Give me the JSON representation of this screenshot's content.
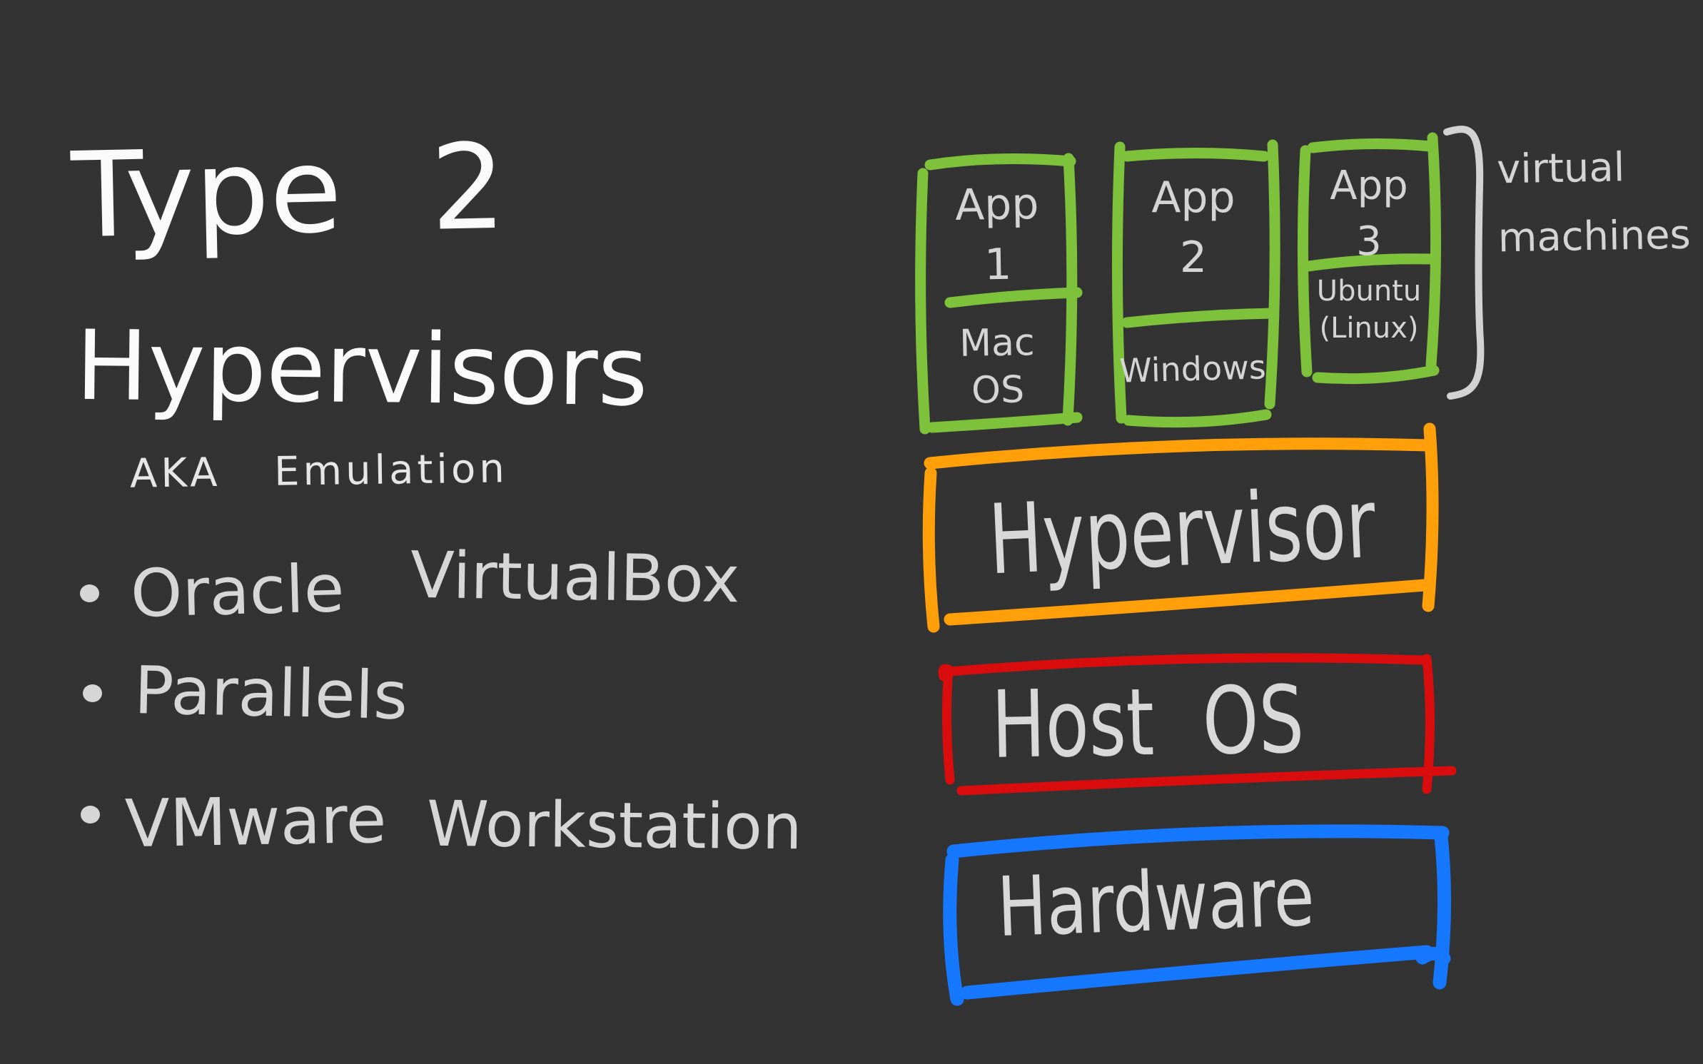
{
  "colors": {
    "background": "#333333",
    "title_text": "#fafafa",
    "body_text": "#d6d6d6",
    "vm_border_green": "#7dc23a",
    "bracket_gray": "#d2d2d2",
    "hypervisor_orange": "#ffa00a",
    "host_os_red": "#d90d0d",
    "hardware_blue": "#1578ff"
  },
  "left_panel": {
    "title_line1": "Type 2",
    "title_line2": "Hypervisors",
    "subtitle": "AKA Emulation",
    "bullets": [
      {
        "name": "Oracle",
        "product": "VirtualBox"
      },
      {
        "name": "Parallels",
        "product": ""
      },
      {
        "name": "VMware",
        "product": "Workstation"
      }
    ]
  },
  "diagram": {
    "vms": [
      {
        "app_line1": "App",
        "app_line2": "1",
        "os_line1": "Mac",
        "os_line2": "OS"
      },
      {
        "app_line1": "App",
        "app_line2": "2",
        "os_line1": "Windows",
        "os_line2": ""
      },
      {
        "app_line1": "App",
        "app_line2": "3",
        "os_line1": "Ubuntu",
        "os_line2": "(Linux)"
      }
    ],
    "bracket_label_line1": "virtual",
    "bracket_label_line2": "machines",
    "layers": [
      {
        "label": "Hypervisor"
      },
      {
        "label": "Host OS"
      },
      {
        "label": "Hardware"
      }
    ]
  }
}
